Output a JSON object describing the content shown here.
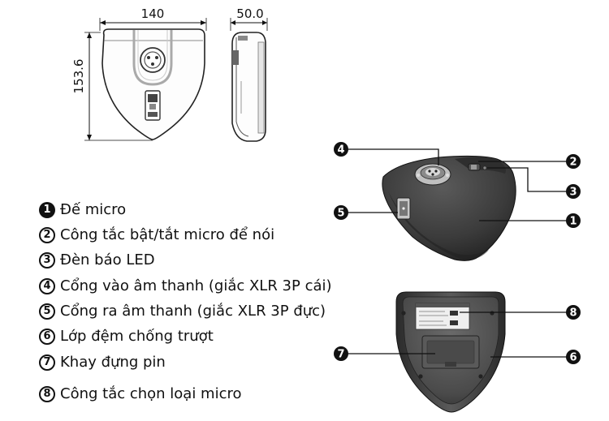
{
  "dimensions": {
    "width": "140",
    "depth": "50.0",
    "height": "153.6"
  },
  "callouts": [
    "1",
    "2",
    "3",
    "4",
    "5",
    "6",
    "7",
    "8"
  ],
  "legend": [
    {
      "num": "1",
      "text": "Đế micro"
    },
    {
      "num": "2",
      "text": "Công tắc bật/tắt micro để nói"
    },
    {
      "num": "3",
      "text": "Đèn báo LED"
    },
    {
      "num": "4",
      "text": "Cổng vào âm thanh (giắc XLR 3P cái)"
    },
    {
      "num": "5",
      "text": "Cổng ra âm thanh (giắc XLR 3P đực)"
    },
    {
      "num": "6",
      "text": "Lớp đệm chống trượt"
    },
    {
      "num": "7",
      "text": "Khay đựng pin"
    },
    {
      "num": "8",
      "text": "Công tắc chọn loại micro"
    }
  ]
}
